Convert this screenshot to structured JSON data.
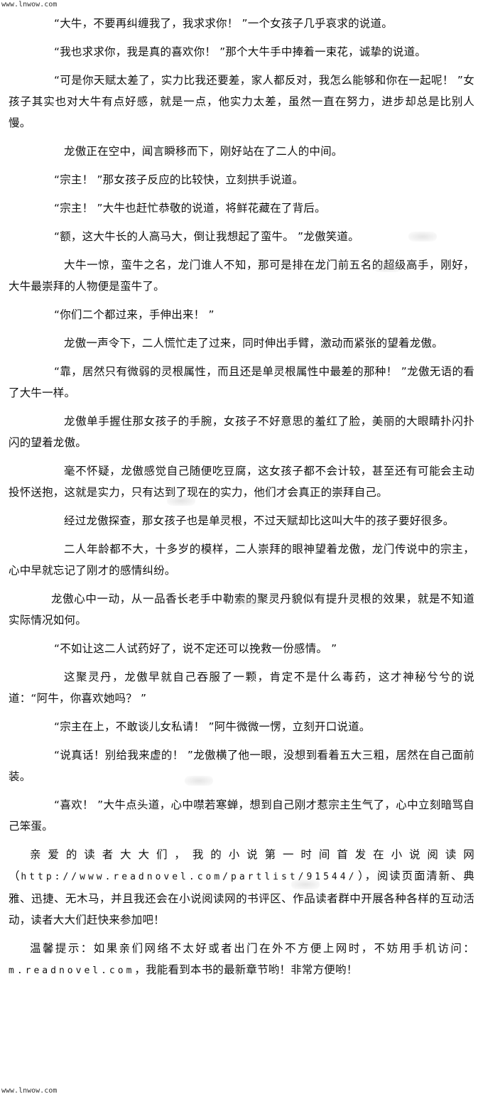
{
  "watermark": {
    "top": "www.lnwow.com",
    "bottom": "www.lnwow.com"
  },
  "paragraphs": [
    {
      "indent": "i1",
      "text": "“大牛，不要再纠缠我了，我求求你！ ”一个女孩子几乎哀求的说道。"
    },
    {
      "indent": "i1",
      "text": "“我也求求你，我是真的喜欢你！ ”那个大牛手中捧着一束花，诚挚的说道。"
    },
    {
      "indent": "i1",
      "text": "“可是你天赋太差了，实力比我还要差，家人都反对，我怎么能够和你在一起呢！ ”女孩子其实也对大牛有点好感，就是一点，他实力太差，虽然一直在努力，进步却总是比别人慢。"
    },
    {
      "indent": "i3",
      "text": "龙傲正在空中，闻言瞬移而下，刚好站在了二人的中间。"
    },
    {
      "indent": "i1",
      "text": "“宗主！ ”那女孩子反应的比较快，立刻拱手说道。"
    },
    {
      "indent": "i1",
      "text": "“宗主！ ”大牛也赶忙恭敬的说道，将鲜花藏在了背后。"
    },
    {
      "indent": "i1",
      "text": "“额，这大牛长的人高马大，倒让我想起了蛮牛。 ”龙傲笑道。"
    },
    {
      "indent": "i3",
      "text": "大牛一惊，蛮牛之名，龙门谁人不知，那可是排在龙门前五名的超级高手，刚好，大牛最崇拜的人物便是蛮牛了。"
    },
    {
      "indent": "i1",
      "text": "“你们二个都过来，手伸出来！ ”"
    },
    {
      "indent": "i3",
      "text": "龙傲一声令下，二人慌忙走了过来，同时伸出手臂，激动而紧张的望着龙傲。"
    },
    {
      "indent": "i1",
      "text": "“靠，居然只有微弱的灵根属性，而且还是单灵根属性中最差的那种！ ”龙傲无语的看了大牛一样。"
    },
    {
      "indent": "i3",
      "text": "龙傲单手握住那女孩子的手腕，女孩子不好意思的羞红了脸，美丽的大眼睛扑闪扑闪的望着龙傲。"
    },
    {
      "indent": "i3",
      "text": "毫不怀疑，龙傲感觉自己随便吃豆腐，这女孩子都不会计较，甚至还有可能会主动投怀送抱，这就是实力，只有达到了现在的实力，他们才会真正的崇拜自己。"
    },
    {
      "indent": "i3",
      "text": "经过龙傲探查，那女孩子也是单灵根，不过天赋却比这叫大牛的孩子要好很多。"
    },
    {
      "indent": "i3",
      "text": "二人年龄都不大，十多岁的模样，二人崇拜的眼神望着龙傲，龙门传说中的宗主，心中早就忘记了刚才的感情纠纷。"
    },
    {
      "indent": "i4",
      "text": "龙傲心中一动，从一品香长老手中勒索的聚灵丹貌似有提升灵根的效果，就是不知道实际情况如何。"
    },
    {
      "indent": "i1",
      "text": "“不如让这二人试药好了，说不定还可以挽救一份感情。 ”"
    },
    {
      "indent": "i3",
      "text": "这聚灵丹，龙傲早就自己吞服了一颗，肯定不是什么毒药，这才神秘兮兮的说道：“阿牛，你喜欢她吗？ ”"
    },
    {
      "indent": "i1",
      "text": "“宗主在上，不敢谈儿女私请！ ”阿牛微微一愣，立刻开口说道。"
    },
    {
      "indent": "i1",
      "text": "“说真话！别给我来虚的！ ”龙傲横了他一眼，没想到看着五大三粗，居然在自己面前装。"
    },
    {
      "indent": "i1",
      "text": "“喜欢！ ”大牛点头道，心中噤若寒蝉，想到自己刚才惹宗主生气了，心中立刻暗骂自己笨蛋。"
    }
  ],
  "promo": {
    "p1_before": "亲爱的读者大大们，我的小说第一时间首发在小说阅读网（",
    "p1_url": "http://www.readnovel.com/partlist/91544/",
    "p1_after": "），阅读页面清新、典雅、迅捷、无木马，并且我还会在小说阅读网的书评区、作品读者群中开展各种各样的互动活动，读者大大们赶快来参加吧！",
    "p2_before": "温馨提示：如果亲们网络不太好或者出门在外不方便上网时，不妨用手机访问：",
    "p2_url": "m.readnovel.com",
    "p2_after": "，我能看到本书的最新章节哟！非常方便哟！"
  }
}
